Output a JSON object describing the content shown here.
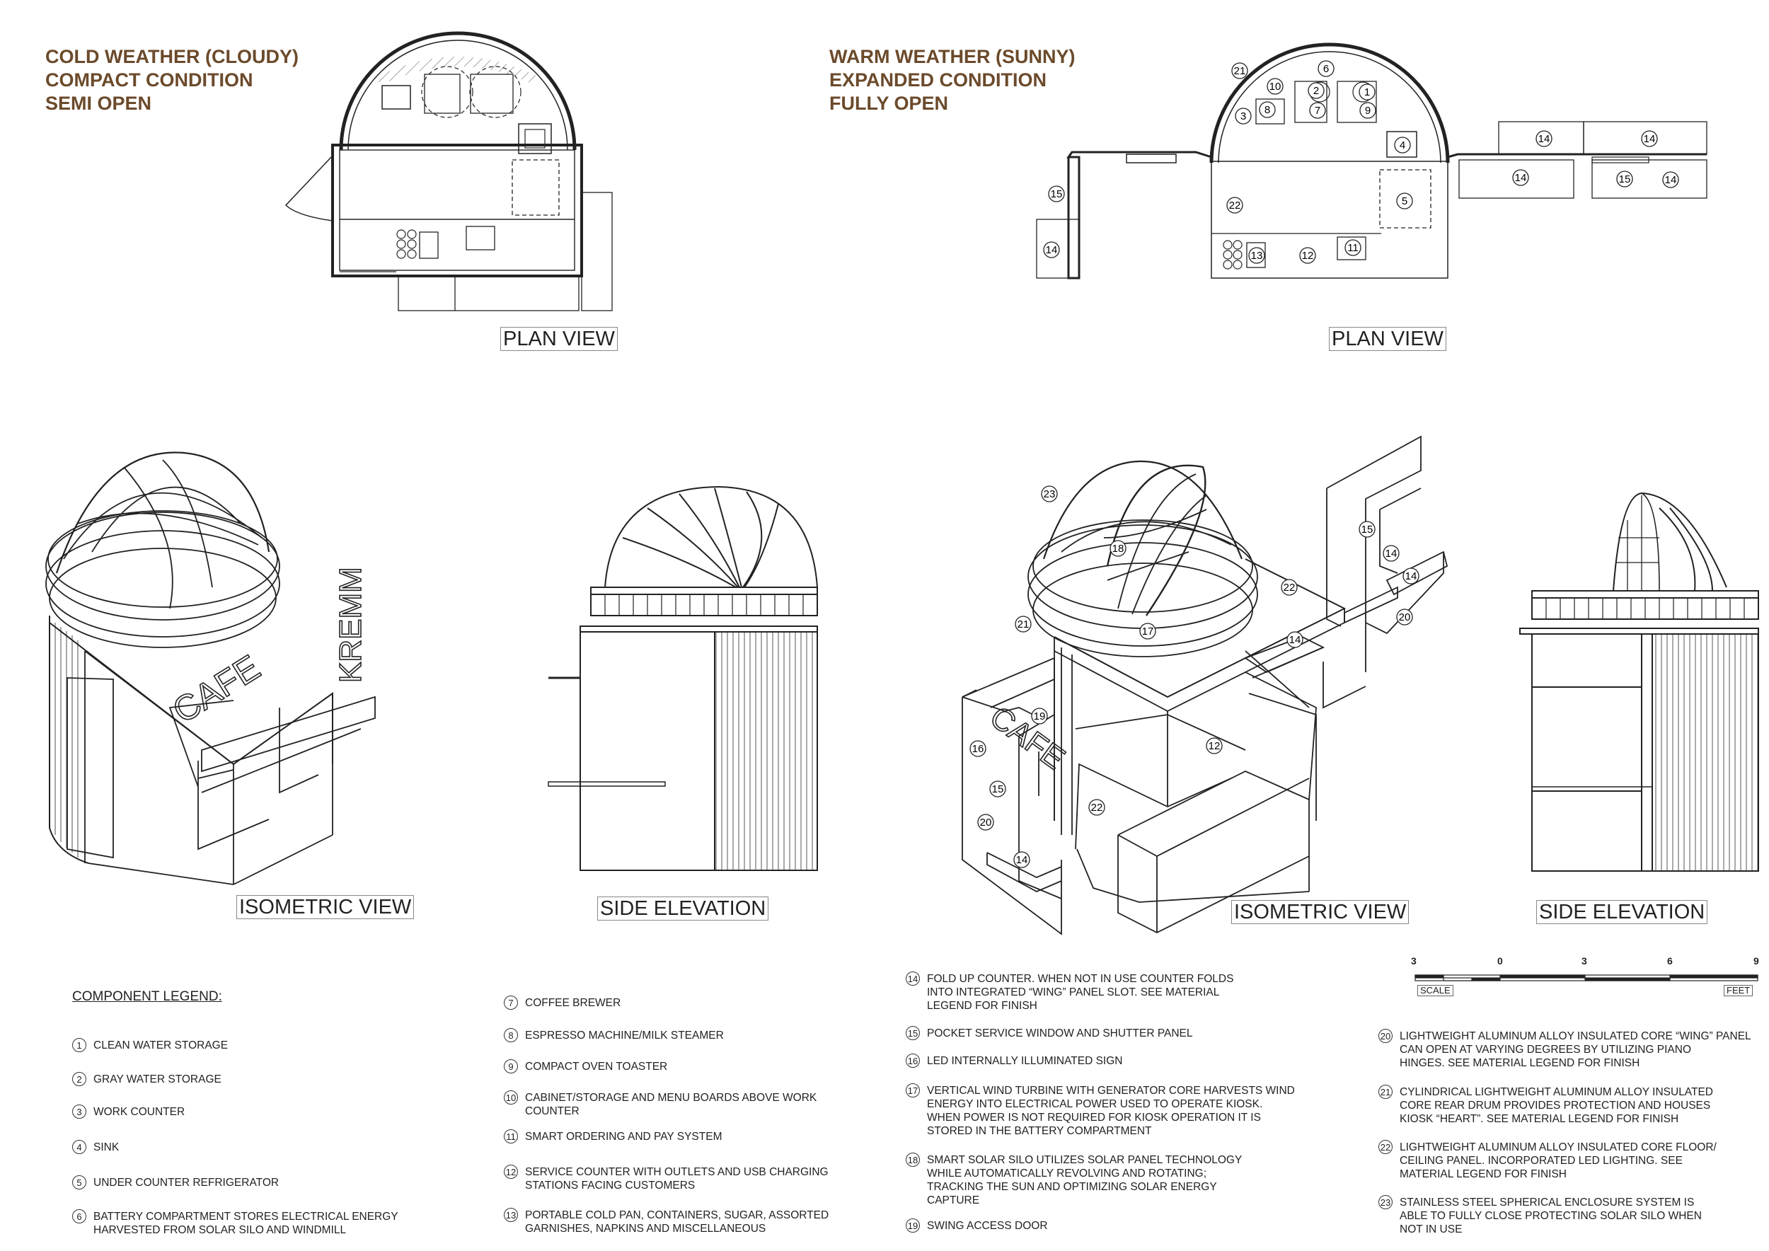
{
  "conditions": {
    "cold": [
      "COLD WEATHER (CLOUDY)",
      "COMPACT CONDITION",
      "SEMI OPEN"
    ],
    "warm": [
      "WARM WEATHER (SUNNY)",
      "EXPANDED CONDITION",
      "FULLY OPEN"
    ]
  },
  "views": {
    "plan_left": "PLAN VIEW",
    "plan_right": "PLAN VIEW",
    "iso_left": "ISOMETRIC VIEW",
    "iso_right": "ISOMETRIC VIEW",
    "side_left": "SIDE ELEVATION",
    "side_right": "SIDE ELEVATION"
  },
  "signage": {
    "cafe": "CAFE",
    "brand": "KREMM"
  },
  "scale": {
    "ticks": [
      "3",
      "0",
      "3",
      "6",
      "9"
    ],
    "left_word": "SCALE",
    "right_word": "FEET"
  },
  "legend": {
    "title": "COMPONENT LEGEND:",
    "items": [
      {
        "n": "1",
        "text": "CLEAN WATER STORAGE"
      },
      {
        "n": "2",
        "text": "GRAY WATER STORAGE"
      },
      {
        "n": "3",
        "text": "WORK COUNTER"
      },
      {
        "n": "4",
        "text": "SINK"
      },
      {
        "n": "5",
        "text": "UNDER COUNTER REFRIGERATOR"
      },
      {
        "n": "6",
        "text": "BATTERY COMPARTMENT STORES ELECTRICAL ENERGY\n HARVESTED FROM SOLAR SILO AND WINDMILL"
      },
      {
        "n": "7",
        "text": "COFFEE BREWER"
      },
      {
        "n": "8",
        "text": "ESPRESSO MACHINE/MILK STEAMER"
      },
      {
        "n": "9",
        "text": "COMPACT OVEN TOASTER"
      },
      {
        "n": "10",
        "text": "CABINET/STORAGE AND MENU BOARDS ABOVE WORK\nCOUNTER"
      },
      {
        "n": "11",
        "text": "SMART ORDERING AND PAY SYSTEM"
      },
      {
        "n": "12",
        "text": "SERVICE COUNTER WITH OUTLETS AND USB CHARGING\nSTATIONS FACING CUSTOMERS"
      },
      {
        "n": "13",
        "text": "PORTABLE COLD PAN, CONTAINERS, SUGAR, ASSORTED\nGARNISHES, NAPKINS AND MISCELLANEOUS"
      },
      {
        "n": "14",
        "text": "FOLD UP COUNTER. WHEN NOT IN USE COUNTER FOLDS\nINTO INTEGRATED “WING” PANEL SLOT. SEE MATERIAL\nLEGEND FOR FINISH"
      },
      {
        "n": "15",
        "text": "POCKET SERVICE WINDOW AND SHUTTER PANEL"
      },
      {
        "n": "16",
        "text": "LED INTERNALLY ILLUMINATED SIGN"
      },
      {
        "n": "17",
        "text": "VERTICAL WIND TURBINE WITH GENERATOR CORE HARVESTS WIND\nENERGY INTO ELECTRICAL POWER USED TO OPERATE KIOSK.\nWHEN POWER IS NOT REQUIRED FOR KIOSK OPERATION IT IS\nSTORED IN THE BATTERY COMPARTMENT"
      },
      {
        "n": "18",
        "text": "SMART SOLAR SILO UTILIZES SOLAR PANEL TECHNOLOGY\nWHILE AUTOMATICALLY REVOLVING AND ROTATING;\nTRACKING THE SUN AND OPTIMIZING SOLAR ENERGY\nCAPTURE"
      },
      {
        "n": "19",
        "text": "SWING ACCESS DOOR"
      },
      {
        "n": "20",
        "text": "LIGHTWEIGHT ALUMINUM ALLOY INSULATED CORE “WING” PANEL\nCAN OPEN AT VARYING DEGREES BY UTILIZING PIANO\nHINGES. SEE MATERIAL LEGEND FOR FINISH"
      },
      {
        "n": "21",
        "text": "CYLINDRICAL LIGHTWEIGHT ALUMINUM ALLOY INSULATED\nCORE REAR DRUM PROVIDES PROTECTION AND HOUSES\nKIOSK “HEART”. SEE MATERIAL LEGEND FOR FINISH"
      },
      {
        "n": "22",
        "text": "LIGHTWEIGHT ALUMINUM ALLOY INSULATED CORE FLOOR/\nCEILING PANEL. INCORPORATED LED LIGHTING. SEE\nMATERIAL LEGEND FOR FINISH"
      },
      {
        "n": "23",
        "text": "STAINLESS STEEL SPHERICAL ENCLOSURE SYSTEM IS\nABLE TO FULLY CLOSE PROTECTING SOLAR SILO WHEN\nNOT IN USE"
      }
    ]
  },
  "callouts": {
    "plan_right": [
      "21",
      "6",
      "10",
      "2",
      "1",
      "3",
      "8",
      "7",
      "9",
      "4",
      "22",
      "5",
      "15",
      "14",
      "13",
      "12",
      "11",
      "14",
      "14",
      "14",
      "15",
      "14"
    ],
    "iso_right": [
      "23",
      "18",
      "21",
      "17",
      "22",
      "15",
      "14",
      "14",
      "20",
      "14",
      "12",
      "19",
      "16",
      "15",
      "20",
      "22",
      "14"
    ]
  }
}
